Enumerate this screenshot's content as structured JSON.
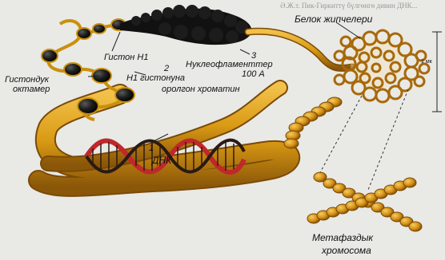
{
  "background_text": {
    "top_line": "Ә.Ж.т. Пик-Гиркиттү бүлгөнгө дивин ДНК...",
    "scale": "1 мк"
  },
  "labels": {
    "histone_h1": "Гистон Н1",
    "nucleofilament": "Нуклеофламенттер",
    "nucleofilament_size": "100 А",
    "histone_octamer_line1": "Гистондук",
    "histone_octamer_line2": "октамер",
    "h1_chromatin_line1": "Н1 гистонуна",
    "h1_chromatin_line2": "оролгон хроматин",
    "dna": "ДНК",
    "scaffold_protein": "Белок жипчелери",
    "metaphase_line1": "Метафаздык",
    "metaphase_line2": "хромосома"
  },
  "numbers": {
    "n1": "1",
    "n2": "2",
    "n3": "3"
  },
  "colors": {
    "fiber": "#c9900d",
    "fiber_dark": "#7a4a06",
    "nucleosome": "#1c1c1c",
    "dna_red": "#c0282a",
    "dna_dark": "#2a1a14",
    "chromatin_black": "#111111",
    "background": "#e9e9e6"
  }
}
